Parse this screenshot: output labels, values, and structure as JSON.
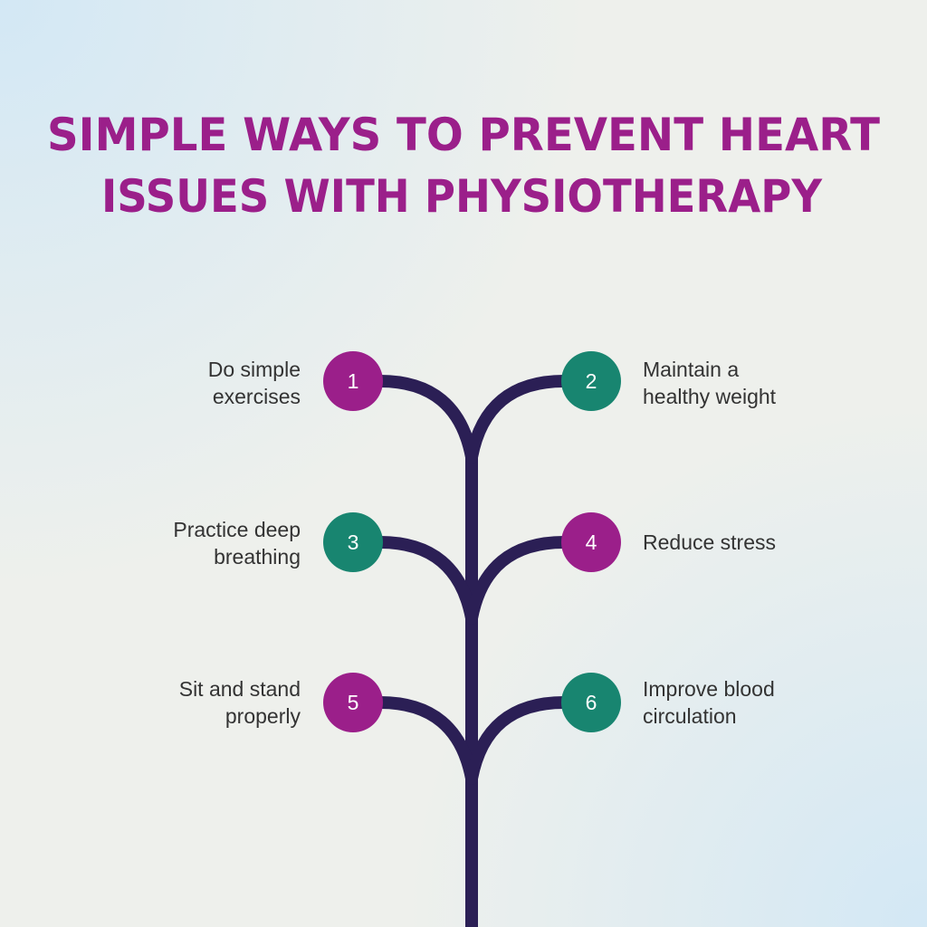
{
  "title": {
    "line1": "SIMPLE WAYS TO PREVENT HEART",
    "line2": "ISSUES WITH PHYSIOTHERAPY"
  },
  "colors": {
    "purple": "#9b1f8a",
    "green": "#188570",
    "stem": "#2b1f55",
    "title": "#9b1f8a"
  },
  "steps": [
    {
      "number": "1",
      "line1": "Do simple",
      "line2": "exercises",
      "color": "#9b1f8a"
    },
    {
      "number": "2",
      "line1": "Maintain a",
      "line2": "healthy weight",
      "color": "#188570"
    },
    {
      "number": "3",
      "line1": "Practice deep",
      "line2": "breathing",
      "color": "#188570"
    },
    {
      "number": "4",
      "line1": "Reduce stress",
      "line2": "",
      "color": "#9b1f8a"
    },
    {
      "number": "5",
      "line1": "Sit and stand",
      "line2": "properly",
      "color": "#9b1f8a"
    },
    {
      "number": "6",
      "line1": "Improve blood",
      "line2": "circulation",
      "color": "#188570"
    }
  ]
}
